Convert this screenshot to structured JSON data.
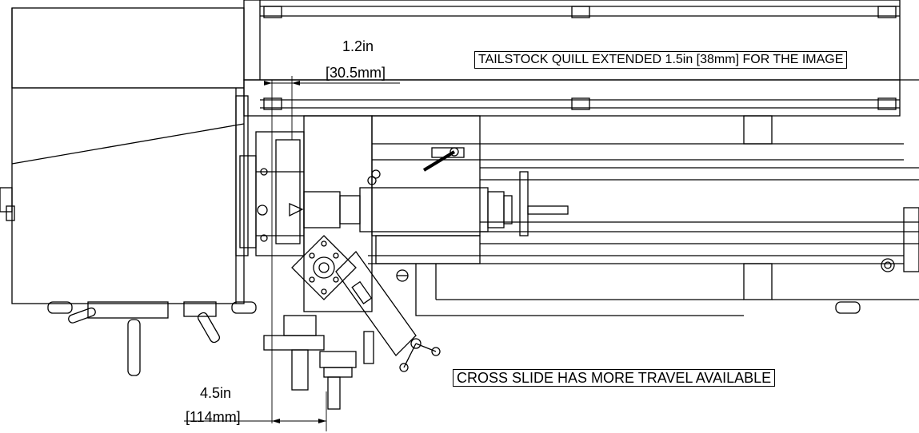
{
  "dimensions": {
    "top": {
      "imperial": "1.2in",
      "metric": "[30.5mm]"
    },
    "bottom": {
      "imperial": "4.5in",
      "metric": "[114mm]"
    }
  },
  "notes": {
    "tailstock": "TAILSTOCK QUILL EXTENDED 1.5in [38mm] FOR THE IMAGE",
    "cross_slide": "CROSS SLIDE HAS MORE TRAVEL AVAILABLE"
  }
}
